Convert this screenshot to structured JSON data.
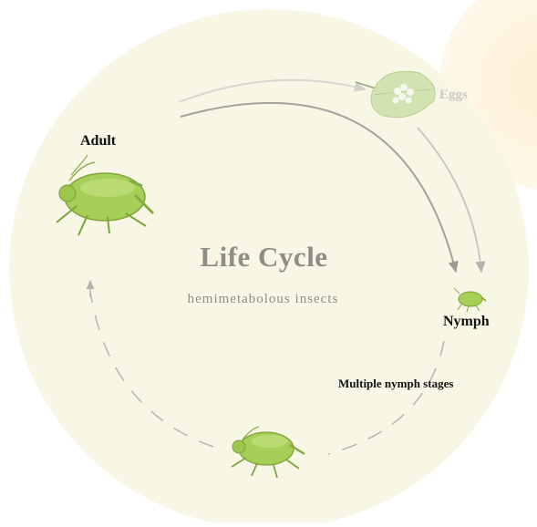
{
  "diagram": {
    "title": "Life Cycle",
    "subtitle": "hemimetabolous insects",
    "stages": {
      "adult": "Adult",
      "eggs": "Eggs",
      "nymph": "Nymph",
      "multiple_nymph_stages": "Multiple nymph stages"
    }
  },
  "colors": {
    "background_circle": "#f8f7e8",
    "corner_glow": "#fdf1d6",
    "insect_green": "#9ccc4e",
    "leaf_green": "#cfe1ad",
    "arrow_gray": "#9a9a96",
    "arrow_light": "#d4d4d0",
    "title_gray": "#8e8e86"
  },
  "icons": [
    "aphid-adult-icon",
    "leaf-with-eggs-icon",
    "aphid-nymph-icon",
    "aphid-nymph-large-icon"
  ]
}
